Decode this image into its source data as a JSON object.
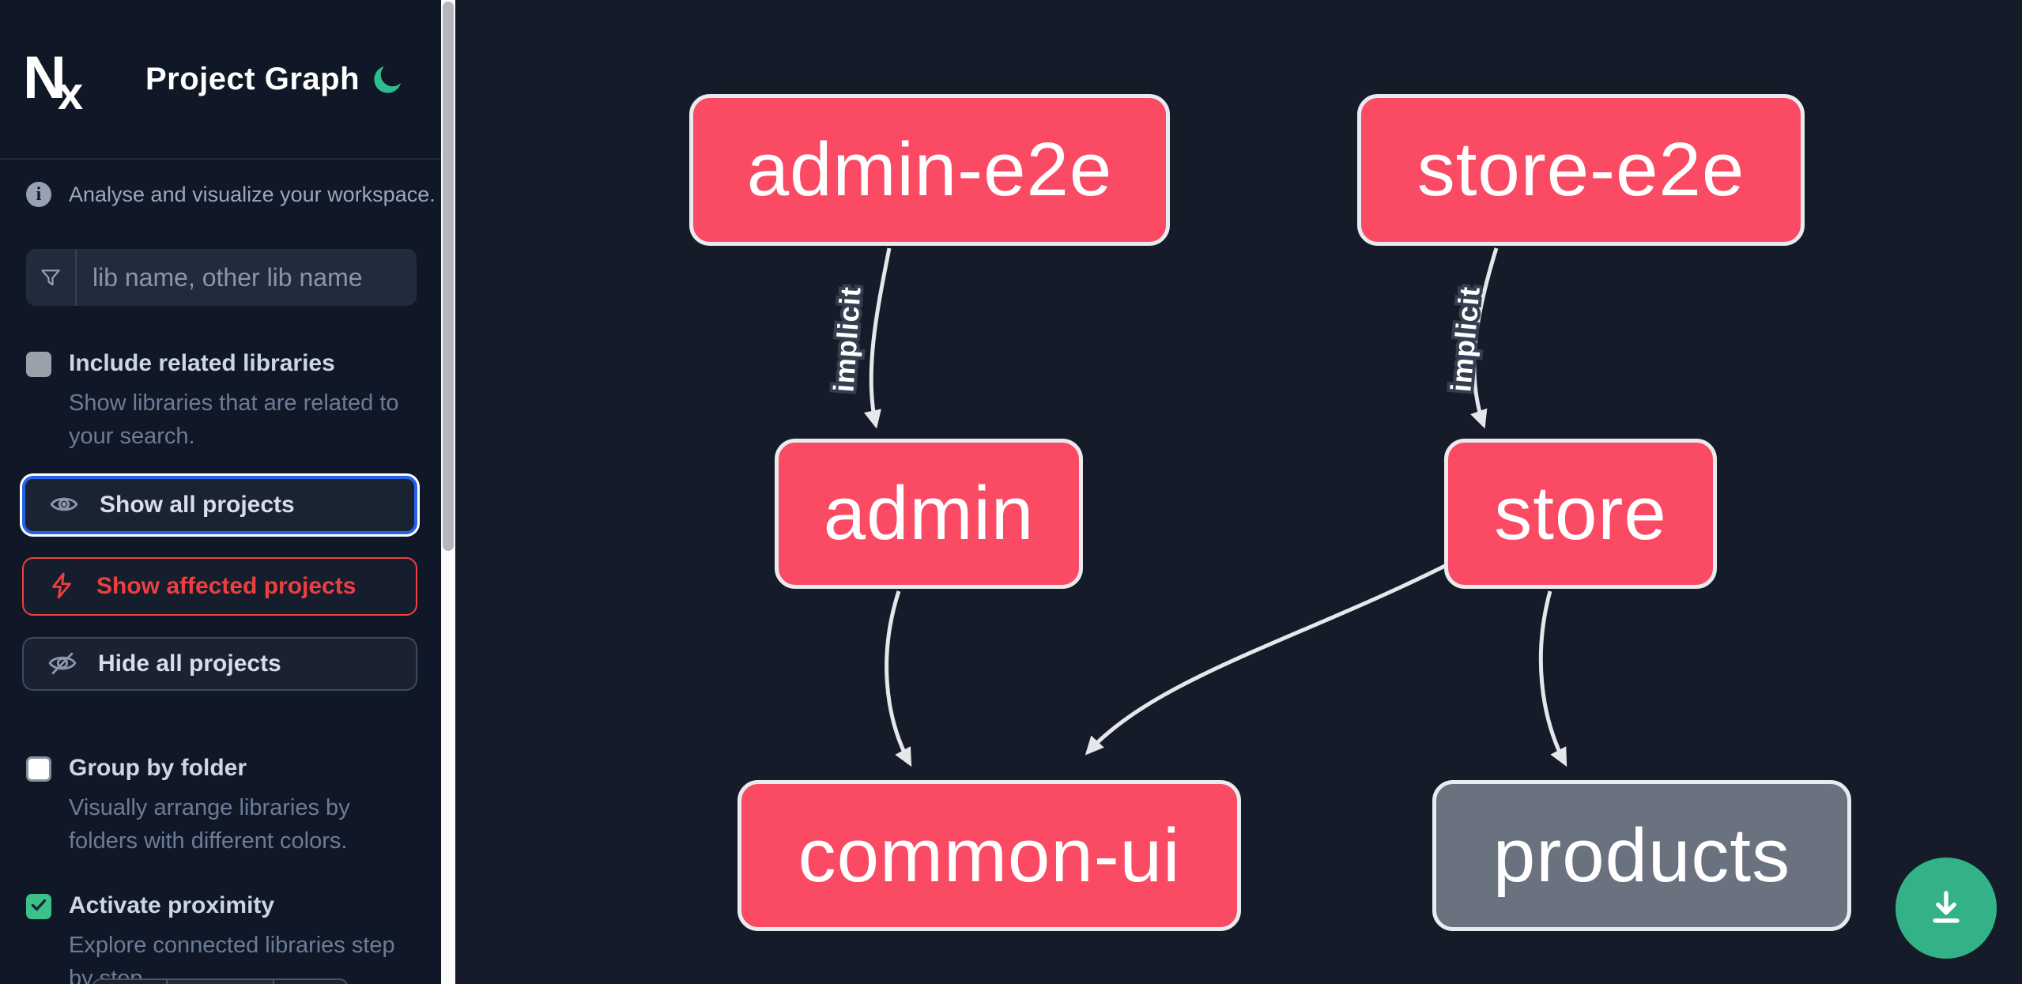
{
  "app": {
    "title": "Project Graph"
  },
  "sidebar": {
    "tagline": "Analyse and visualize your workspace.",
    "search": {
      "placeholder": "lib name, other lib name",
      "value": "",
      "icon": "funnel-icon"
    },
    "toggles": [
      {
        "label": "Include related libraries",
        "description": "Show libraries that are related to\nyour search.",
        "checked": false
      },
      {
        "label": "Group by folder",
        "description": "Visually arrange libraries by\nfolders with different colors.",
        "checked": false
      },
      {
        "label": "Activate proximity",
        "description": "Explore connected libraries step\nby step.",
        "checked": true
      }
    ],
    "actions": [
      {
        "label": "Show all projects",
        "icon": "eye-icon",
        "state": "focused"
      },
      {
        "label": "Show affected projects",
        "icon": "bolt-icon",
        "state": "affected"
      },
      {
        "label": "Hide all projects",
        "icon": "eye-off-icon",
        "state": "default"
      }
    ],
    "theme_toggle_icon": "moon-icon",
    "info_icon": "info-icon"
  },
  "graph": {
    "nodes": [
      {
        "id": "admin-e2e",
        "label": "admin-e2e",
        "color": "pink"
      },
      {
        "id": "store-e2e",
        "label": "store-e2e",
        "color": "pink"
      },
      {
        "id": "admin",
        "label": "admin",
        "color": "pink"
      },
      {
        "id": "store",
        "label": "store",
        "color": "pink"
      },
      {
        "id": "common-ui",
        "label": "common-ui",
        "color": "pink"
      },
      {
        "id": "products",
        "label": "products",
        "color": "gray"
      }
    ],
    "edges": [
      {
        "from": "admin-e2e",
        "to": "admin",
        "label": "implicit"
      },
      {
        "from": "store-e2e",
        "to": "store",
        "label": "implicit"
      },
      {
        "from": "admin",
        "to": "common-ui",
        "label": ""
      },
      {
        "from": "store",
        "to": "common-ui",
        "label": ""
      },
      {
        "from": "store",
        "to": "products",
        "label": ""
      }
    ]
  },
  "fab": {
    "icon": "download-icon"
  },
  "colors": {
    "sidebar_bg": "#101828",
    "canvas_bg": "#151b29",
    "node_pink": "#fa4a64",
    "node_gray": "#6a7280",
    "node_border": "#e9ebf0",
    "edge": "#e5e7eb",
    "accent_green": "#32b286",
    "focus_blue": "#2563eb",
    "affected_red": "#ee3f3f",
    "scrollbar_thumb": "#b6b6be"
  }
}
